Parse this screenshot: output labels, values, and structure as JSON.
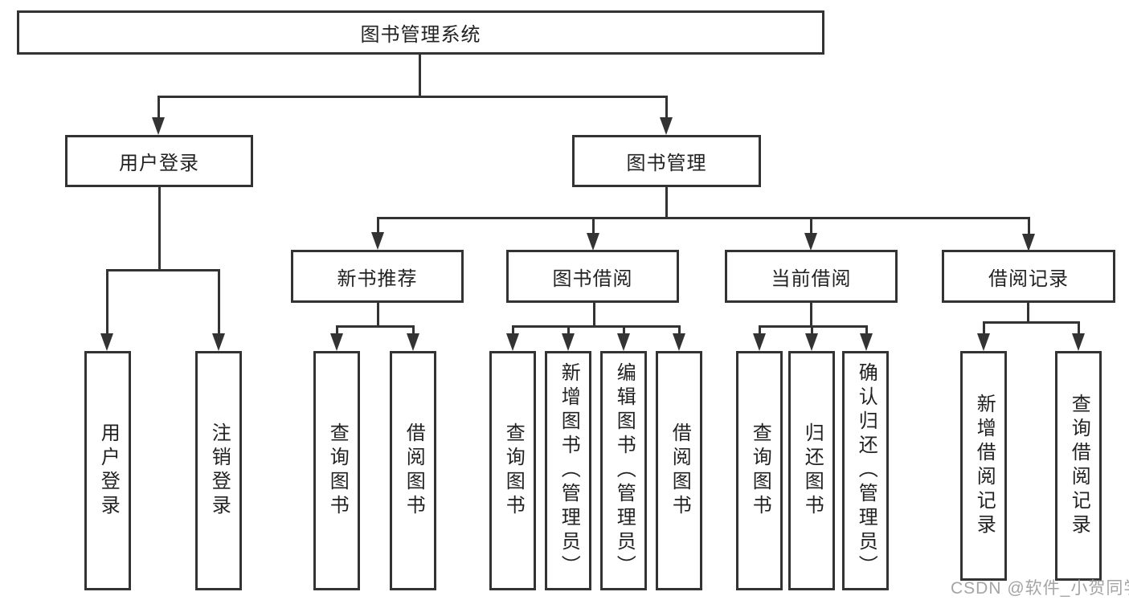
{
  "colors": {
    "line": "#333333",
    "text": "#222222",
    "background": "#ffffff",
    "watermark": "#9b9b9b"
  },
  "watermark": {
    "text": "CSDN @软件_小贺同学"
  },
  "diagram": {
    "root": {
      "label": "图书管理系统"
    },
    "branches": [
      {
        "label": "用户登录",
        "children": [
          {
            "label": "用户登录"
          },
          {
            "label": "注销登录"
          }
        ]
      },
      {
        "label": "图书管理",
        "children": [
          {
            "label": "新书推荐",
            "children": [
              {
                "label": "查询图书"
              },
              {
                "label": "借阅图书"
              }
            ]
          },
          {
            "label": "图书借阅",
            "children": [
              {
                "label": "查询图书"
              },
              {
                "label": "新增图书（管理员）"
              },
              {
                "label": "编辑图书（管理员）"
              },
              {
                "label": "借阅图书"
              }
            ]
          },
          {
            "label": "当前借阅",
            "children": [
              {
                "label": "查询图书"
              },
              {
                "label": "归还图书"
              },
              {
                "label": "确认归还（管理员）"
              }
            ]
          },
          {
            "label": "借阅记录",
            "children": [
              {
                "label": "新增借阅记录"
              },
              {
                "label": "查询借阅记录"
              }
            ]
          }
        ]
      }
    ]
  }
}
